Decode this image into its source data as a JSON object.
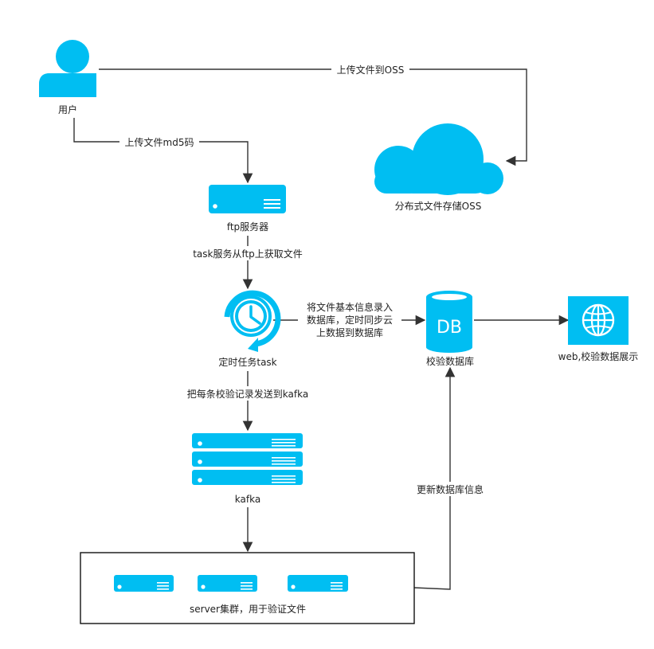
{
  "colors": {
    "accent": "#00BEF2",
    "line": "#333333",
    "text": "#222222",
    "background": "#ffffff"
  },
  "nodes": {
    "user": {
      "label": "用户",
      "icon": "user-icon"
    },
    "oss": {
      "label": "分布式文件存储OSS",
      "icon": "cloud-icon"
    },
    "ftp": {
      "label": "ftp服务器",
      "icon": "server-icon"
    },
    "task": {
      "label": "定时任务task",
      "icon": "clock-icon"
    },
    "db": {
      "label": "校验数据库",
      "icon": "database-icon",
      "icon_text": "DB"
    },
    "web": {
      "label": "web,校验数据展示",
      "icon": "globe-icon"
    },
    "kafka": {
      "label": "kafka",
      "icon": "server-stack-icon"
    },
    "cluster": {
      "label": "server集群，用于验证文件",
      "icon": "server-icon"
    }
  },
  "edges": {
    "user_oss": {
      "label": "上传文件到OSS"
    },
    "user_ftp": {
      "label": "上传文件md5码"
    },
    "ftp_task": {
      "label": "task服务从ftp上获取文件"
    },
    "task_db": {
      "lines": [
        "将文件基本信息录入",
        "数据库，定时同步云",
        "上数据到数据库"
      ]
    },
    "task_kafka": {
      "label": "把每条校验记录发送到kafka"
    },
    "cluster_db": {
      "label": "更新数据库信息"
    }
  }
}
